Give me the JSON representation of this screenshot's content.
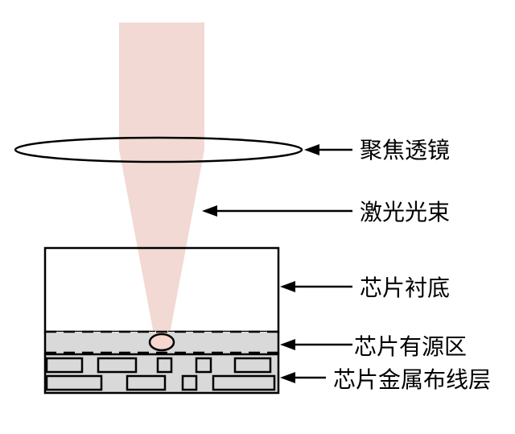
{
  "labels": {
    "lens": "聚焦透镜",
    "beam": "激光光束",
    "substrate": "芯片衬底",
    "active_region": "芯片有源区",
    "metal_layer": "芯片金属布线层"
  },
  "colors": {
    "beam": "#f2d9d3",
    "active_region": "#d9d9d9",
    "outline": "#000000",
    "background": "#ffffff",
    "focus_spot": "#f7d6cf"
  }
}
